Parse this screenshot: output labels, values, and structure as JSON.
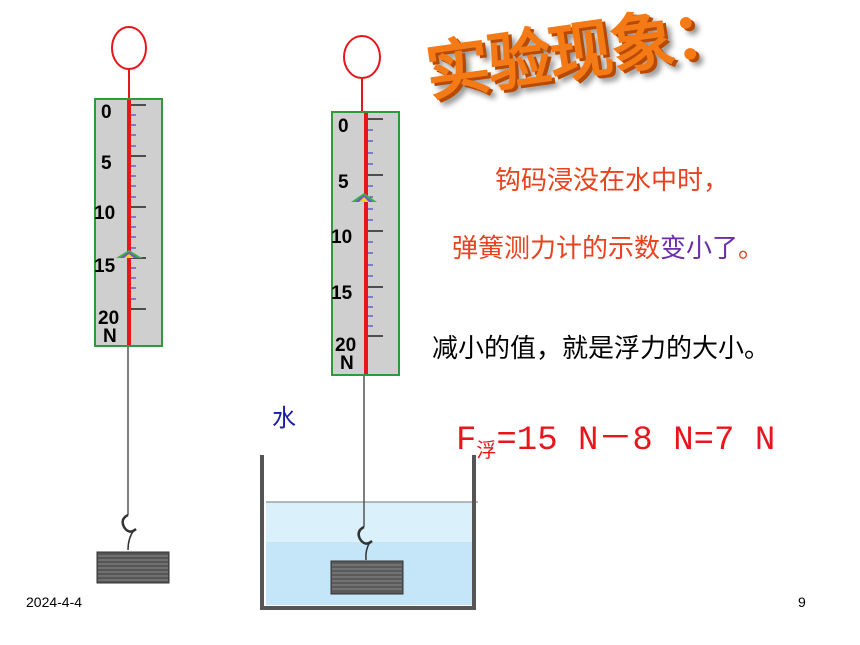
{
  "title": "实验现象：",
  "observation": {
    "line1": "钩码浸没在水中时，",
    "line2_part1": "弹簧测力计的示数",
    "line2_part2": "变小了",
    "line2_end": "。",
    "line3": "减小的值，就是浮力的大小。"
  },
  "formula": {
    "prefix": "F",
    "subscript": "浮",
    "rest": "=15 N－8 N=7 N"
  },
  "water_label": "水",
  "scale_left": {
    "labels": [
      "0",
      "5",
      "10",
      "15",
      "20",
      "N"
    ],
    "reading_N": 15
  },
  "scale_right": {
    "labels": [
      "0",
      "5",
      "10",
      "15",
      "20",
      "N"
    ],
    "reading_N": 8
  },
  "footer": {
    "date": "2024-4-4",
    "page": "9"
  },
  "colors": {
    "title": "#f47a16",
    "text_red": "#e8421e",
    "text_purple": "#6b2ea8",
    "formula": "#e8161c",
    "scale_border": "#2e9a3a",
    "pointer": "#e8161c",
    "water": "#bfe4f7"
  },
  "icons": [
    "ring-icon",
    "hook-icon",
    "weight-block-icon",
    "beaker-icon"
  ]
}
